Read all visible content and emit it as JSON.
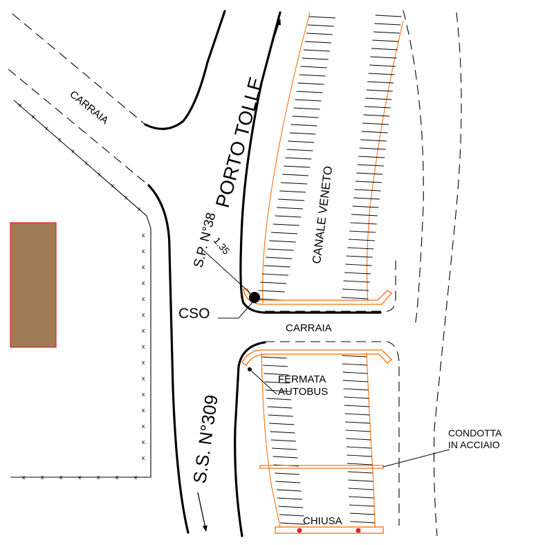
{
  "labels": {
    "porto_tolle": "PORTO TOLLE",
    "sp38": "S.P. N°38",
    "ss309": "S.S. N°309",
    "carraia_top": "CARRAIA",
    "carraia_mid": "CARRAIA",
    "canale_veneto": "CANALE VENETO",
    "cso": "CSO",
    "dimension": "1.35",
    "fermata": "FERMATA",
    "autobus": "AUTOBUS",
    "condotta_line1": "CONDOTTA",
    "condotta_line2": "IN ACCIAIO",
    "chiusa": "CHIUSA"
  },
  "colors": {
    "building_fill": "#a07c56",
    "building_stroke": "#e02020",
    "bank_line": "#ff7a1a",
    "road_line": "#000000"
  },
  "legend_icons": [
    "cso-point-icon",
    "bus-stop-icon",
    "arrow-icon"
  ]
}
